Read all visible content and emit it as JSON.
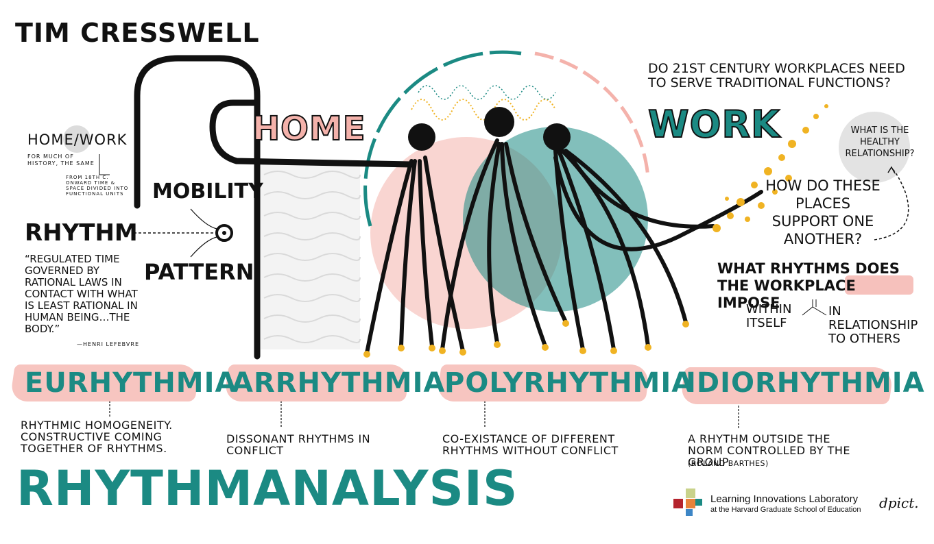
{
  "author": "TIM CRESSWELL",
  "home_work": {
    "title": "HOME/WORK",
    "note1": "FOR MUCH OF HISTORY, THE SAME",
    "note2": "FROM 18th C. ONWARD TIME & SPACE DIVIDED INTO FUNCTIONAL UNITS"
  },
  "mobility": "MOBILITY",
  "pattern": "PATTERN",
  "rhythm": {
    "title": "RHYTHM",
    "quote": "“REGULATED TIME GOVERNED BY RATIONAL LAWS IN CONTACT WITH WHAT IS LEAST RATIONAL IN HUMAN BEING…THE BODY.”",
    "attribution": "—HENRI LEFEBVRE"
  },
  "home": "HOME",
  "work": "WORK",
  "question1": "DO 21st CENTURY WORKPLACES NEED to SERVE TRADITIONAL FUNCTIONS?",
  "question2": "WHAT IS THE HEALTHY RELATIONSHIP?",
  "question3": "HOW DO THESE PLACES SUPPORT ONE ANOTHER?",
  "question4": "WHAT RHYTHMS DOES THE WORKPLACE IMPOSE",
  "impose_within": "WITHIN ITSELF",
  "impose_in_relationship": "in RELATIONSHIP to OTHERS",
  "terms": [
    {
      "label": "EURHYTHMIA",
      "desc": "RHYTHMIC HOMOGENEITY. CONSTRUCTIVE COMING TOGETHER of RHYTHMS."
    },
    {
      "label": "ARRHYTHMIA",
      "desc": "DISSONANT RHYTHMS in CONFLICT"
    },
    {
      "label": "POLYRHYTHMIA",
      "desc": "CO-EXISTANCE OF DIFFERENT RHYTHMS WITHOUT CONFLICT"
    },
    {
      "label": "IDIORHYTHMIA",
      "desc": "A RHYTHM OUTSIDE THE NORM CONTROLLED BY THE GROUP",
      "source": "(ROLAND BARTHES)"
    }
  ],
  "main_title": "RHYTHMANALYSIS",
  "lab": {
    "name": "Learning Innovations Laboratory",
    "sub": "at the Harvard Graduate School of Education"
  },
  "signature": "dpict.",
  "colors": {
    "teal": "#1b8a83",
    "pink": "#f4b2ab",
    "gold": "#f0b323",
    "ink": "#111111"
  }
}
